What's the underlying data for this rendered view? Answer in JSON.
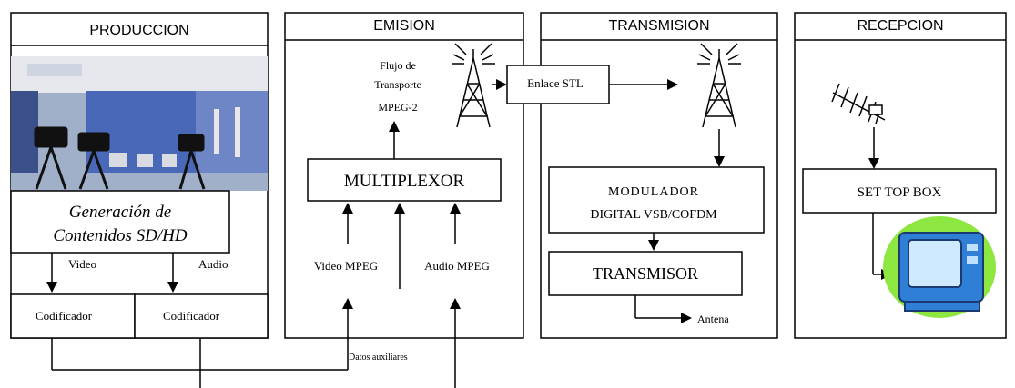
{
  "panels": {
    "produccion": "PRODUCCION",
    "emision": "EMISION",
    "transmision": "TRANSMISION",
    "recepcion": "RECEPCION"
  },
  "produccion": {
    "generacion_line1": "Generación de",
    "generacion_line2": "Contenidos SD/HD",
    "video_label": "Video",
    "audio_label": "Audio",
    "codificador_1": "Codificador",
    "codificador_2": "Codificador"
  },
  "emision": {
    "flujo_line1": "Flujo de",
    "flujo_line2": "Transporte",
    "flujo_line3": "MPEG-2",
    "multiplexor": "MULTIPLEXOR",
    "video_mpeg": "Video MPEG",
    "audio_mpeg": "Audio  MPEG",
    "datos_auxiliares": "Datos auxiliares"
  },
  "transmision": {
    "enlace_stl": "Enlace STL",
    "modulador_line1": "MODULADOR",
    "modulador_line2": "DIGITAL VSB/COFDM",
    "transmisor": "TRANSMISOR",
    "antena": "Antena"
  },
  "recepcion": {
    "set_top_box": "SET TOP BOX"
  },
  "colors": {
    "studio_blue": "#4a68b8",
    "tv_body": "#2f7fd6",
    "tv_glow": "#8ee640"
  }
}
